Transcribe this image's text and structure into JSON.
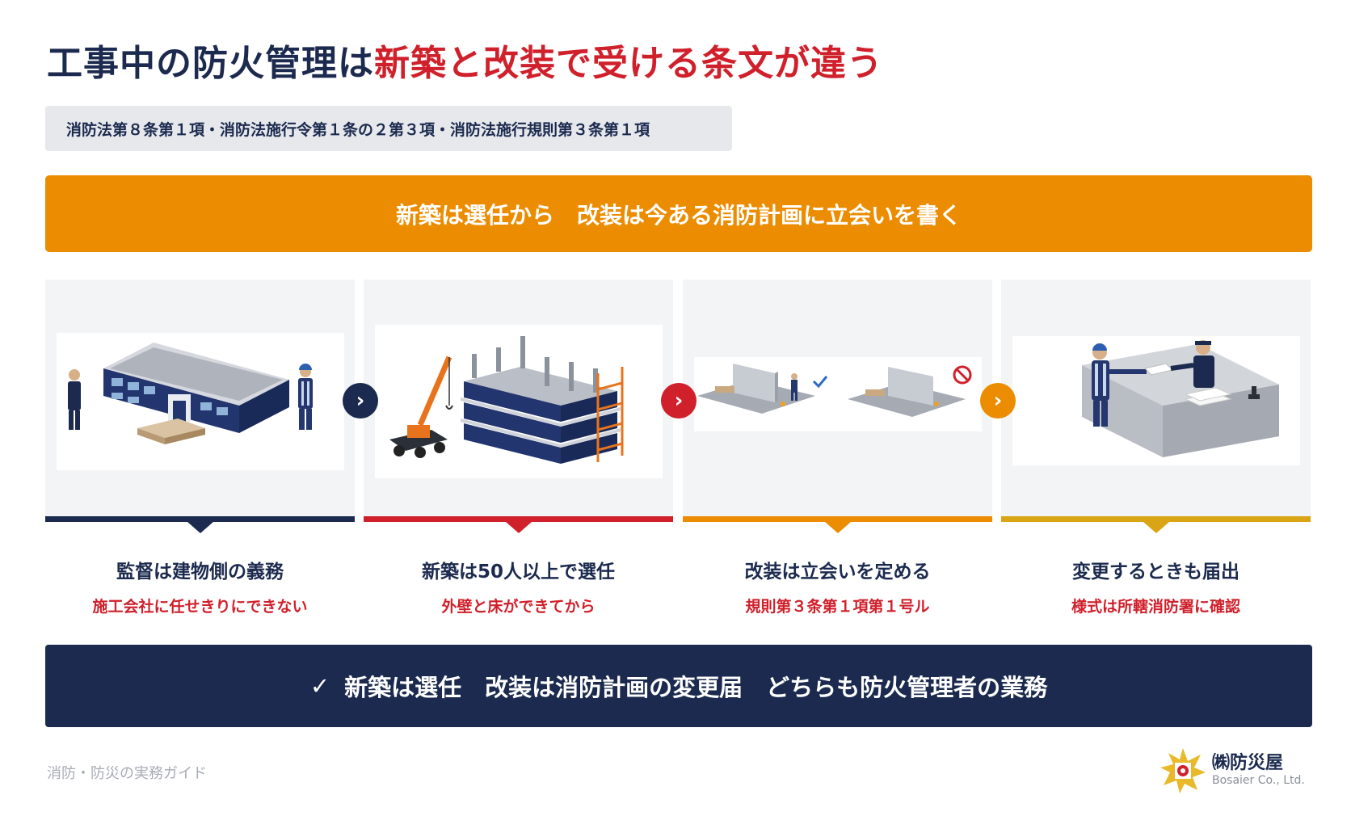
{
  "title": {
    "part1": "工事中の防火管理は",
    "part2": "新築と改装で受ける条文が違う"
  },
  "law_reference": "消防法第８条第１項・消防法施行令第１条の２第３項・消防法施行規則第３条第１項",
  "banner": "新築は選任から　改装は今ある消防計画に立会いを書く",
  "cards": [
    {
      "heading": "監督は建物側の義務",
      "sub": "施工会社に任せきりにできない",
      "illustration": "office-building-supervisors",
      "accent": "#1b2a4e"
    },
    {
      "heading": "新築は50人以上で選任",
      "sub": "外壁と床ができてから",
      "illustration": "construction-site-crane",
      "accent": "#d0202b"
    },
    {
      "heading": "改装は立会いを定める",
      "sub": "規則第３条第１項第１号ル",
      "illustration": "renovation-partition",
      "accent": "#ec8c00"
    },
    {
      "heading": "変更するときも届出",
      "sub": "様式は所轄消防署に確認",
      "illustration": "fire-station-counter",
      "accent": "#d9a514"
    }
  ],
  "arrows": [
    {
      "icon": "chevron-right-icon",
      "color": "#1b2a4e"
    },
    {
      "icon": "chevron-right-icon",
      "color": "#d0202b"
    },
    {
      "icon": "chevron-right-icon",
      "color": "#ec8c00"
    }
  ],
  "summary": {
    "check": "✓",
    "text": "新築は選任　改装は消防計画の変更届　どちらも防火管理者の業務"
  },
  "footer": {
    "site": "消防・防災の実務ガイド",
    "company": "㈱防災屋",
    "company_en": "Bosaier Co., Ltd."
  }
}
